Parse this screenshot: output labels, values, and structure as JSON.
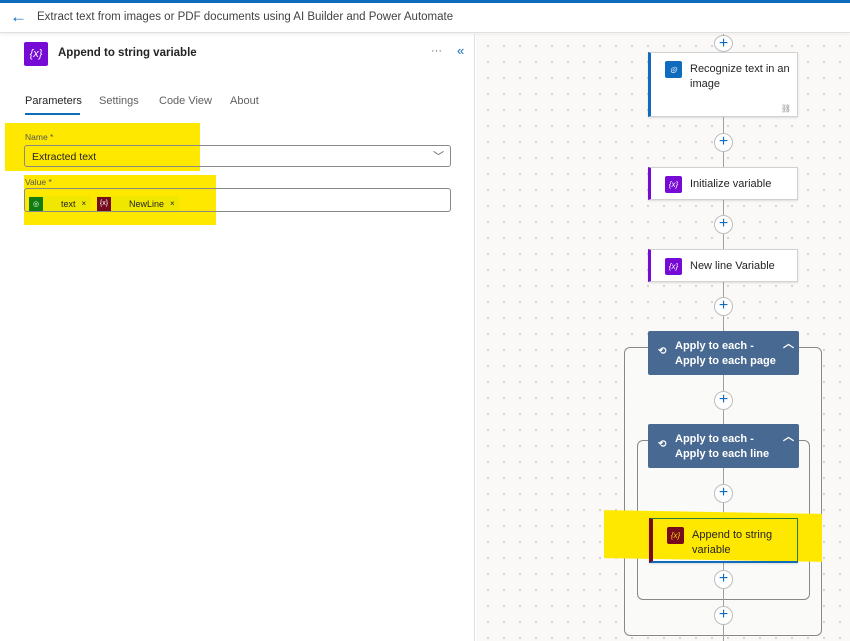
{
  "header": {
    "title": "Extract text from images or PDF documents using AI Builder and Power Automate"
  },
  "panel": {
    "action_title": "Append to string variable",
    "more": "···",
    "collapse": "«",
    "tabs": [
      "Parameters",
      "Settings",
      "Code View",
      "About"
    ],
    "name_label": "Name *",
    "name_value": "Extracted text",
    "value_label": "Value *",
    "tokens": [
      {
        "label": "text",
        "color": "#107c10"
      },
      {
        "label": "NewLine",
        "color": "#750b1c"
      }
    ]
  },
  "flow": {
    "recognize": "Recognize text in an image",
    "init": "Initialize variable",
    "newline": "New line Variable",
    "loop_page": "Apply to each - Apply to each page",
    "loop_line": "Apply to each - Apply to each line",
    "append": "Append to string variable"
  },
  "colors": {
    "accent": "#0f6cbd",
    "variable": "#770bd6",
    "loop": "#486991",
    "highlight": "#ffe800"
  }
}
